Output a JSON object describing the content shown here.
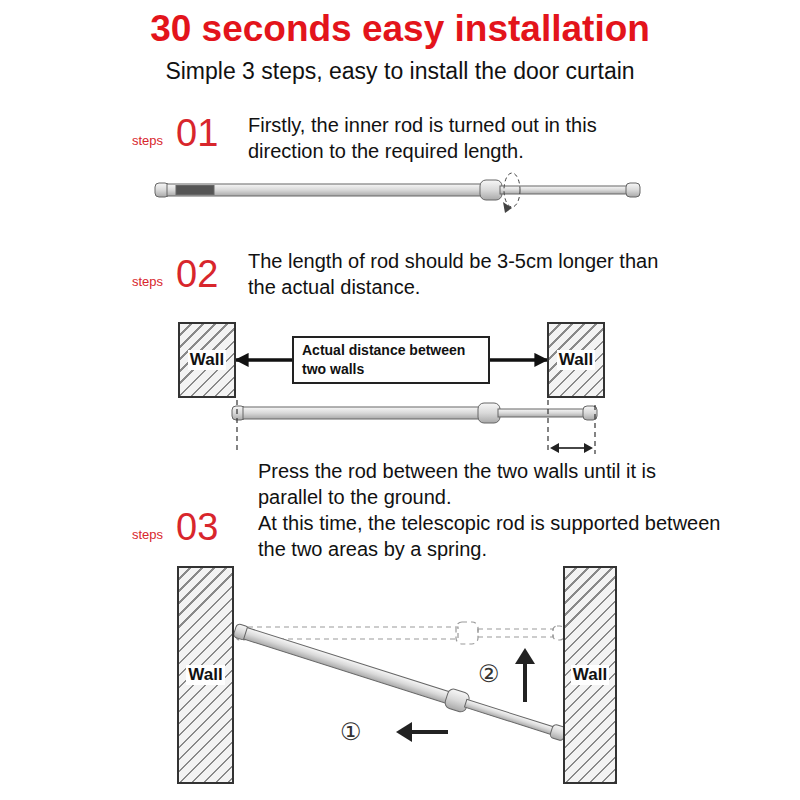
{
  "diagram": {
    "title": "30 seconds easy installation",
    "nodes": [
      {
        "text": [
          "Wall"
        ]
      },
      {
        "text": [
          "Actual distance between two walls"
        ]
      },
      {
        "text": [
          "Wall"
        ]
      },
      {
        "text": [
          "Wall"
        ]
      },
      {
        "text": [
          "Wall"
        ]
      }
    ],
    "edges": [
      {
        "from": 1,
        "to": 0,
        "arrow": "to"
      },
      {
        "from": 1,
        "to": 2,
        "arrow": "to"
      }
    ],
    "labels": [
      "Simple 3 steps, easy to install the door curtain",
      "steps",
      "01",
      "Firstly, the inner rod is turned out in this direction to the required length.",
      "steps",
      "02",
      "The length of rod should be 3-5cm longer than the actual distance.",
      "Press the rod between the two walls until it is parallel to the ground.",
      "At this time, the telescopic rod is supported between the two areas by a spring.",
      "steps",
      "03",
      "②",
      "①"
    ]
  }
}
